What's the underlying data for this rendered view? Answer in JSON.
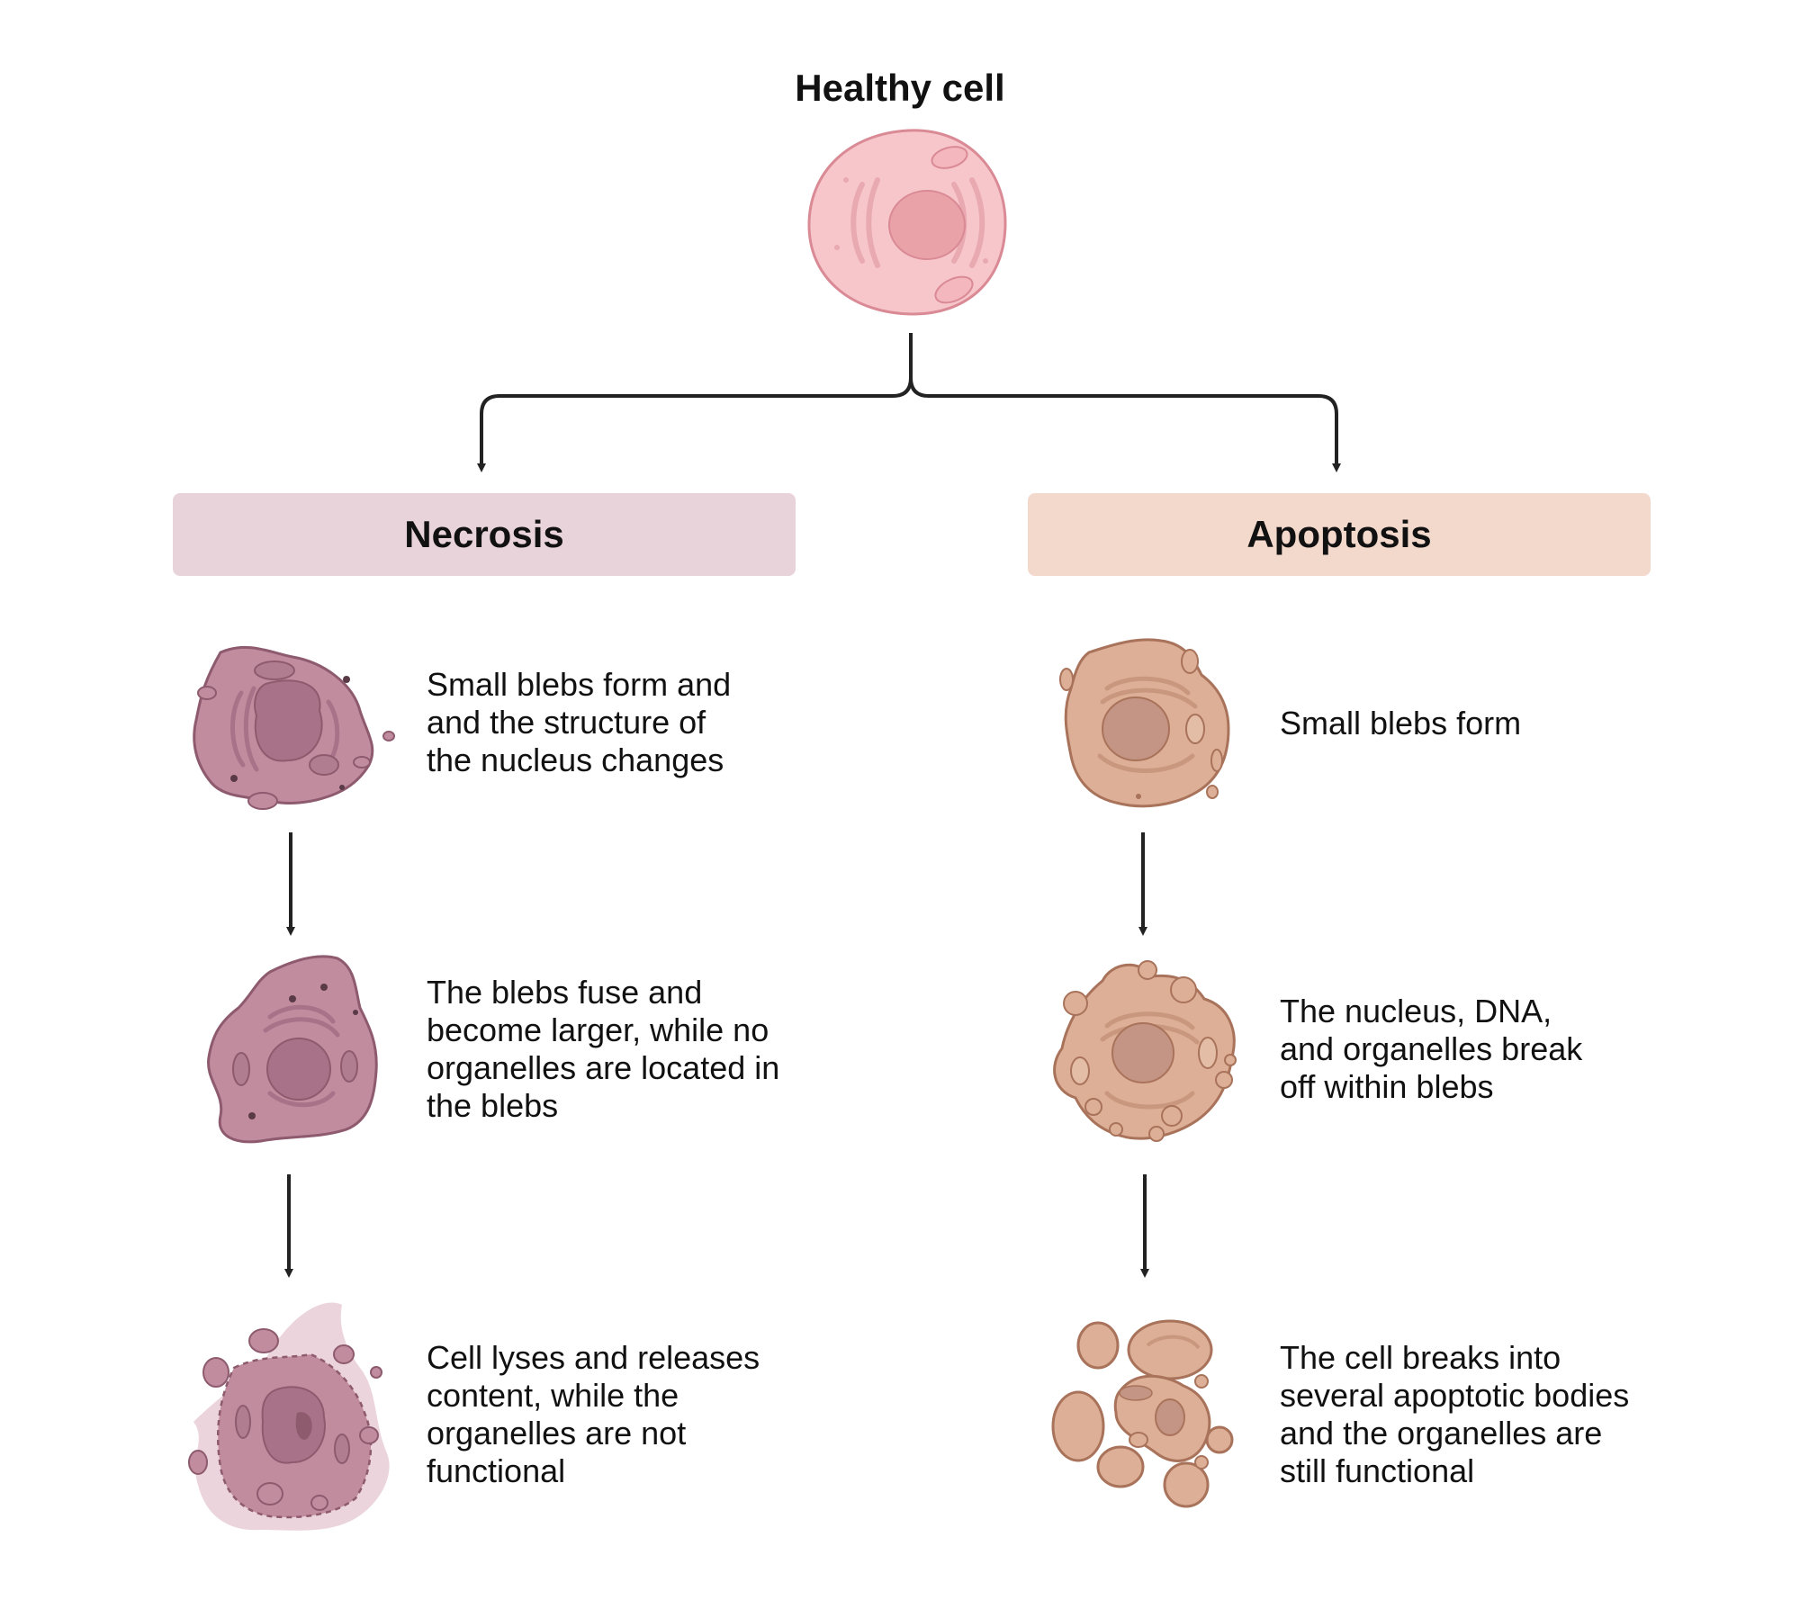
{
  "title": "Healthy cell",
  "colors": {
    "necrosis_header": "#E8D3DB",
    "apoptosis_header": "#F3D8CC",
    "healthy_cell": "#F7C6CB",
    "necrosis_cell": "#C08C9E",
    "apoptosis_cell": "#DDAF96",
    "arrow": "#222222"
  },
  "branches": {
    "necrosis": {
      "label": "Necrosis",
      "steps": [
        {
          "lines": [
            "Small blebs form and",
            "and the structure of",
            "the nucleus changes"
          ]
        },
        {
          "lines": [
            "The blebs fuse and",
            "become larger, while no",
            "organelles are located in",
            "the blebs"
          ]
        },
        {
          "lines": [
            "Cell lyses and releases",
            "content, while the",
            "organelles are not",
            "functional"
          ]
        }
      ]
    },
    "apoptosis": {
      "label": "Apoptosis",
      "steps": [
        {
          "lines": [
            "Small blebs form"
          ]
        },
        {
          "lines": [
            "The nucleus, DNA,",
            "and organelles break",
            "off within blebs"
          ]
        },
        {
          "lines": [
            "The cell breaks into",
            "several apoptotic bodies",
            "and the organelles are",
            "still functional"
          ]
        }
      ]
    }
  }
}
